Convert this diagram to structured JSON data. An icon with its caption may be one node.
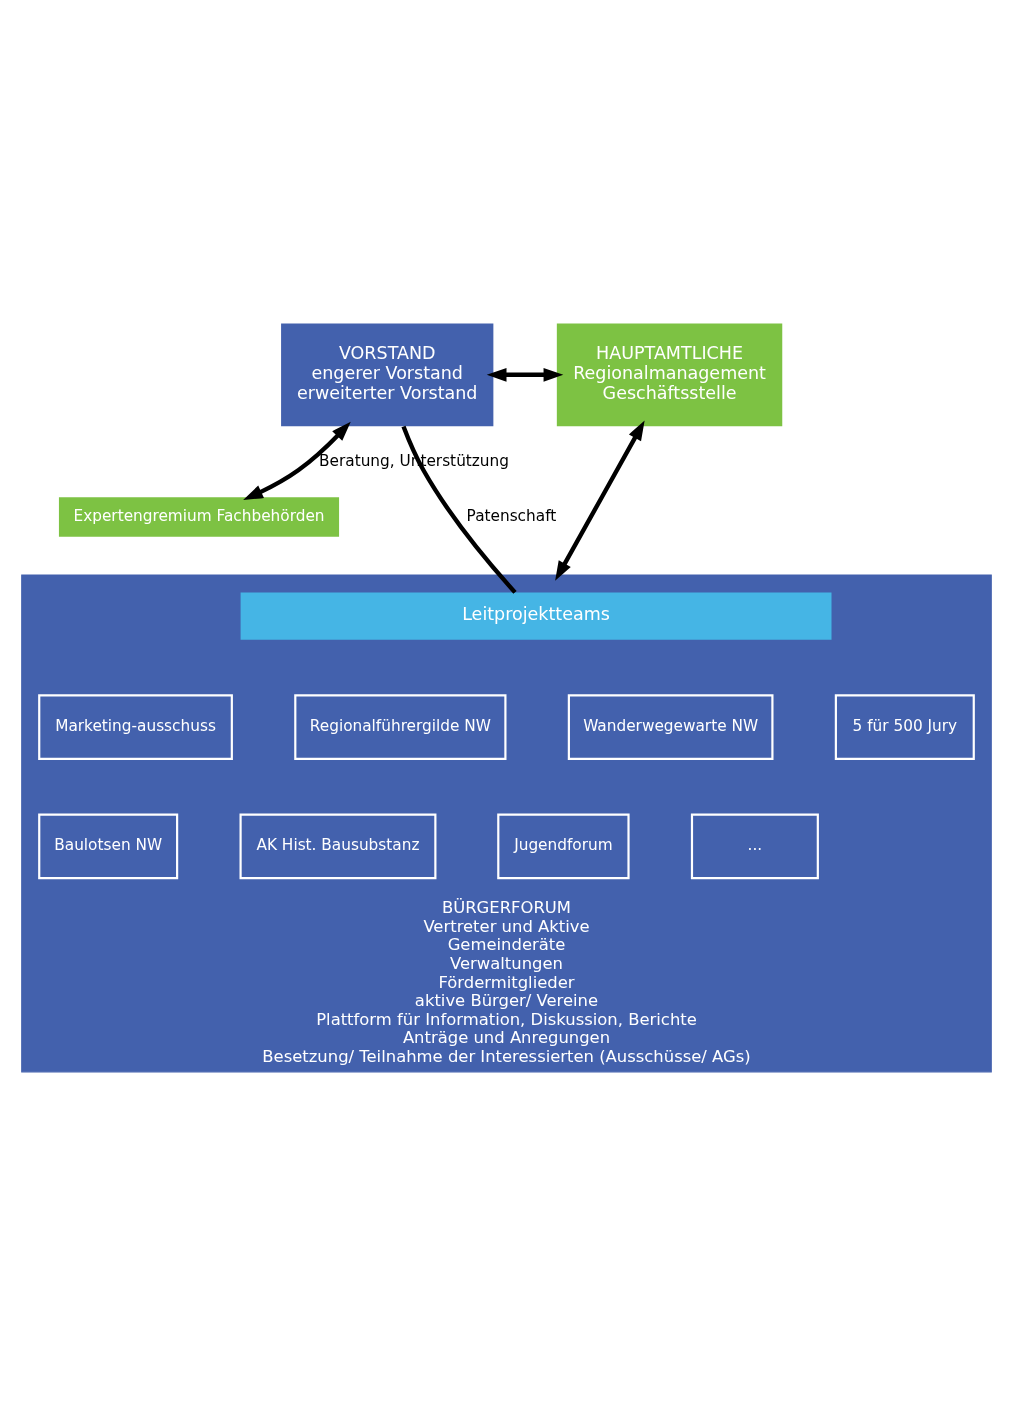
{
  "diagram": {
    "nodes": [
      {
        "text": [
          "VORSTAND",
          "engerer Vorstand",
          "erweiterter Vorstand"
        ]
      },
      {
        "text": [
          "HAUPTAMTLICHE",
          "Regionalmanagement",
          "Geschäftsstelle"
        ]
      },
      {
        "text": [
          "Expertengremium Fachbehörden"
        ]
      },
      {
        "text": [
          "BÜRGERFORUM",
          "Vertreter und Aktive",
          "Gemeinderäte",
          "Verwaltungen",
          "Fördermitglieder",
          "aktive Bürger/ Vereine",
          "Plattform für Information, Diskussion, Berichte",
          "Anträge und Anregungen",
          "Besetzung/ Teilnahme der Interessierten (Ausschüsse/ AGs)"
        ]
      },
      {
        "text": [
          "Leitprojektteams"
        ],
        "in": 3
      },
      {
        "text": [
          "Marketing-ausschuss"
        ],
        "in": 3
      },
      {
        "text": [
          "Regionalführergilde NW"
        ],
        "in": 3
      },
      {
        "text": [
          "Wanderwegewarte NW"
        ],
        "in": 3
      },
      {
        "text": [
          "5 für 500 Jury"
        ],
        "in": 3
      },
      {
        "text": [
          "Baulotsen NW"
        ],
        "in": 3
      },
      {
        "text": [
          "AK Hist. Bausubstanz"
        ],
        "in": 3
      },
      {
        "text": [
          "Jugendforum"
        ],
        "in": 3
      },
      {
        "text": [
          "..."
        ],
        "in": 3
      }
    ],
    "edges": [
      {
        "from": 0,
        "to": 1,
        "arrow": "both"
      },
      {
        "from": 2,
        "to": 0,
        "arrow": "both",
        "label": "Beratung, Unterstützung"
      },
      {
        "from": 0,
        "to": 4,
        "arrow": "none",
        "label": "Patenschaft"
      },
      {
        "from": 1,
        "to": 3,
        "arrow": "both"
      }
    ]
  }
}
